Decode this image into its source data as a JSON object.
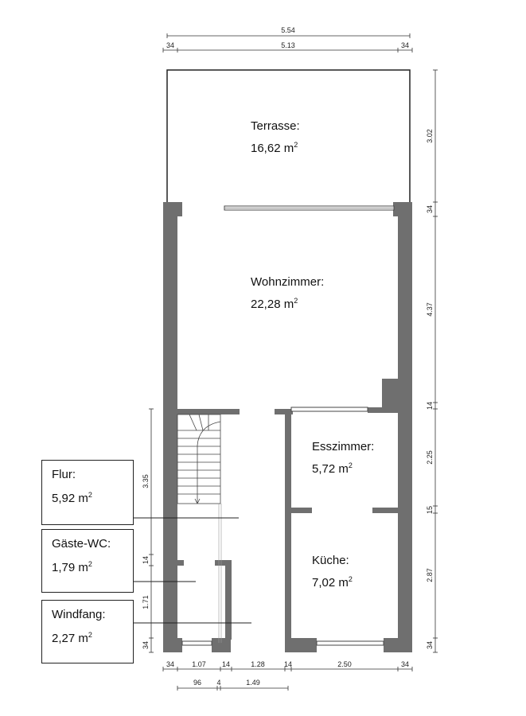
{
  "rooms": {
    "terrasse": {
      "name": "Terrasse:",
      "area": "16,62 m",
      "unit_sup": "2"
    },
    "wohnzimmer": {
      "name": "Wohnzimmer:",
      "area": "22,28 m",
      "unit_sup": "2"
    },
    "esszimmer": {
      "name": "Esszimmer:",
      "area": "5,72 m",
      "unit_sup": "2"
    },
    "kueche": {
      "name": "Küche:",
      "area": "7,02 m",
      "unit_sup": "2"
    }
  },
  "legend": {
    "flur": {
      "name": "Flur:",
      "area": "5,92 m",
      "unit_sup": "2"
    },
    "gaeste_wc": {
      "name": "Gäste-WC:",
      "area": "1,79 m",
      "unit_sup": "2"
    },
    "windfang": {
      "name": "Windfang:",
      "area": "2,27 m",
      "unit_sup": "2"
    }
  },
  "dimensions": {
    "top_total": "5.54",
    "top_left": "34",
    "top_inner": "5.13",
    "top_right": "34",
    "right_terrasse": "3.02",
    "right_wall1": "34",
    "right_wohn": "4.37",
    "right_wall2": "14",
    "right_ess": "2.25",
    "right_wall3": "15",
    "right_kueche": "2.87",
    "right_wall4": "34",
    "left_stair": "3.35",
    "left_wall": "14",
    "left_wc": "1.71",
    "left_bottom": "34",
    "bottom_a": "34",
    "bottom_b": "1.07",
    "bottom_c": "14",
    "bottom_d": "1.28",
    "bottom_e": "14",
    "bottom_f": "2.50",
    "bottom_g": "34",
    "bottom2_a": "96",
    "bottom2_b": "4",
    "bottom2_c": "1.49"
  },
  "colors": {
    "wall": "#6f6f6f",
    "line": "#222222"
  }
}
